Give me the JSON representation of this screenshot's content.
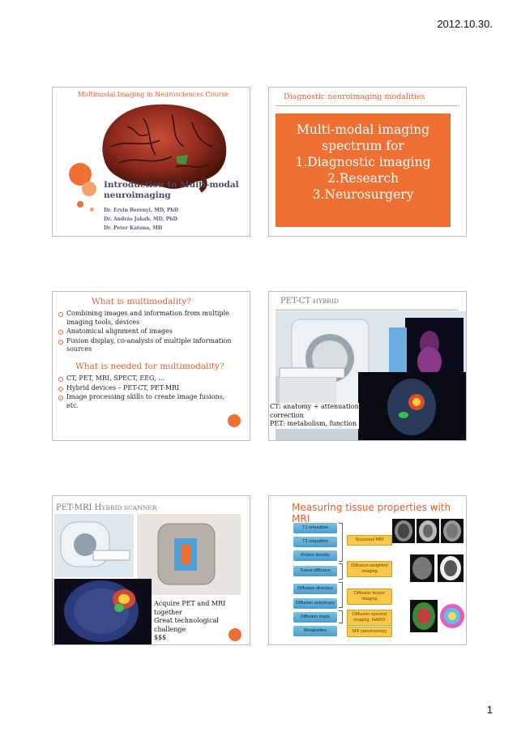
{
  "header": {
    "date": "2012.10.30."
  },
  "footer": {
    "page_number": "1"
  },
  "slide1": {
    "title": "Multimodal Imaging in Neurosciences Course",
    "main_title": "Introduction to Multi-modal neuroimaging",
    "authors": [
      "Dr. Ervin Berenyi, MD, PhD",
      "Dr. András Jakab, MD, PhD",
      "Dr. Peter Katona, MD"
    ]
  },
  "slide2": {
    "title": "Diagnostic neuroimaging modalities",
    "box_lines": [
      "Multi-modal imaging",
      "spectrum for",
      "1.Diagnostic imaging",
      "2.Research",
      "3.Neurosurgery"
    ]
  },
  "slide3": {
    "heading1": "What is multimodality?",
    "bullets1": [
      "Combining images and information from multiple imaging tools, devices",
      "Anatomical alignment of images",
      "Fusion display, co-analysis of multiple information sources"
    ],
    "heading2": "What is needed for multimodality?",
    "bullets2": [
      "CT, PET, MRI, SPECT, EEG, …",
      "Hybrid devices – PET-CT, PET-MRI",
      "Image processing skills to create image fusions, etc."
    ]
  },
  "slide4": {
    "title_main": "PET-CT",
    "title_small": "HYBRID",
    "caption_lines": [
      "CT: anatomy + attenuation",
      "correction",
      "PET: metabolism, function"
    ]
  },
  "slide5": {
    "title_main": "PET-MRI H",
    "title_small": "YBRID SCANNER",
    "caption_lines": [
      "Acquire PET and MRI",
      "together",
      "Great technological challenge",
      "$$$"
    ]
  },
  "slide6": {
    "title": "Measuring tissue properties with MRI",
    "left_items": [
      "T1 relaxation",
      "T2 relaxation",
      "Proton density",
      "Tissue diffusion",
      "Diffusion direction",
      "Diffusion anisotropy",
      "Diffusion maps",
      "Metabolites"
    ],
    "right_items": [
      "Structural MRI",
      "Diffusion-weighted imaging",
      "Diffusion tensor imaging",
      "Diffusion spectral imaging, HARDI",
      "MR spectroscopy"
    ]
  },
  "colors": {
    "accent": "#e8602c",
    "box": "#f07033"
  }
}
